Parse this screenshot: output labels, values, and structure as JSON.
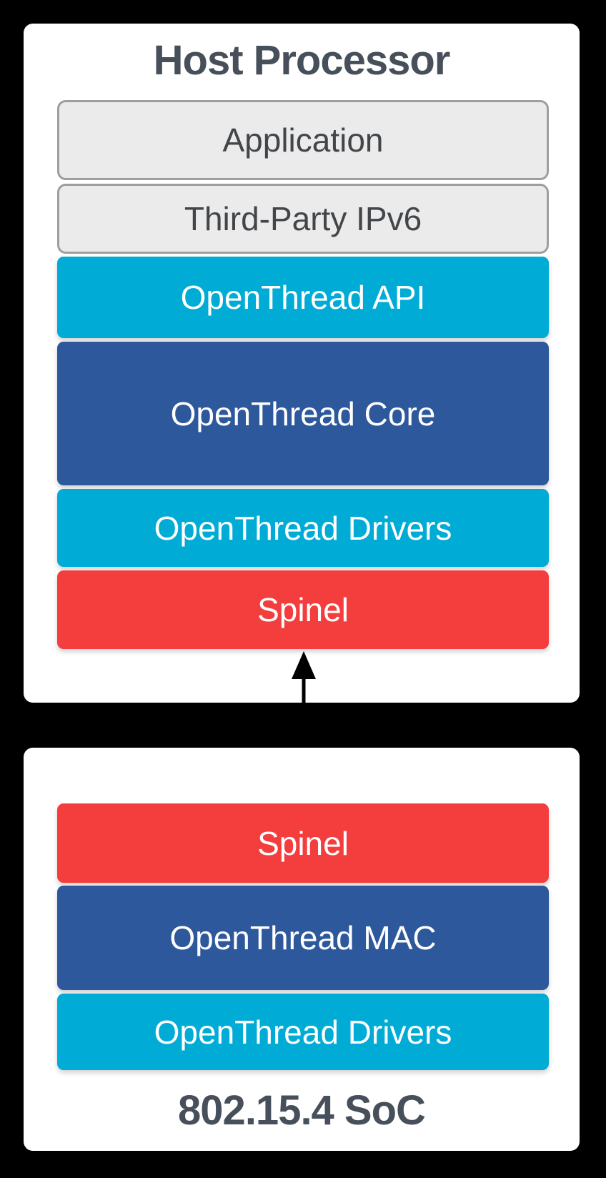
{
  "host_card": {
    "title": "Host Processor",
    "layers": [
      {
        "label": "Application",
        "color_key": "gray"
      },
      {
        "label": "Third-Party IPv6",
        "color_key": "gray"
      },
      {
        "label": "OpenThread API",
        "color_key": "cyan"
      },
      {
        "label": "OpenThread Core",
        "color_key": "blue"
      },
      {
        "label": "OpenThread Drivers",
        "color_key": "cyan"
      },
      {
        "label": "Spinel",
        "color_key": "red"
      }
    ]
  },
  "soc_card": {
    "title": "802.15.4 SoC",
    "layers": [
      {
        "label": "Spinel",
        "color_key": "red"
      },
      {
        "label": "OpenThread MAC",
        "color_key": "blue"
      },
      {
        "label": "OpenThread Drivers",
        "color_key": "cyan"
      }
    ]
  },
  "connector": {
    "type": "double-headed-arrow",
    "direction": "bidirectional",
    "connects": [
      "Spinel (Host Processor)",
      "Spinel (802.15.4 SoC)"
    ]
  },
  "colors": {
    "background": "#000000",
    "card": "#FFFFFF",
    "title_text": "#47505A",
    "gray_fill": "#EBEBEB",
    "gray_border": "#9E9E9E",
    "gray_text": "#42464A",
    "cyan": "#00ABD5",
    "blue": "#2D589B",
    "red": "#F43E3E",
    "layer_text": "#FFFFFF",
    "arrow": "#000000"
  }
}
